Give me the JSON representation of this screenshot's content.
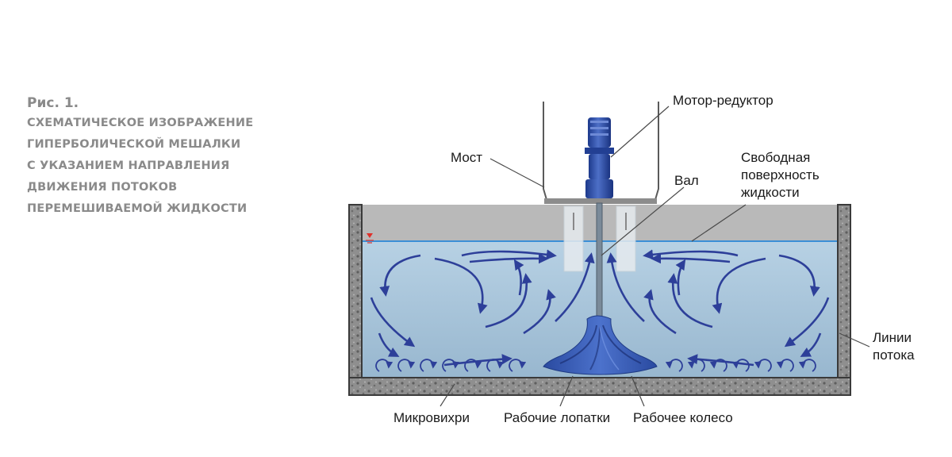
{
  "caption": {
    "figure_number": "Рис. 1.",
    "title": "Схематическое изображение\nгиперболической мешалки\nс указанием направления\nдвижения потоков\nперемешиваемой жидкости"
  },
  "labels": {
    "motor": "Мотор-редуктор",
    "bridge": "Мост",
    "shaft": "Вал",
    "free_surface_1": "Свободная",
    "free_surface_2": "поверхность",
    "free_surface_3": "жидкости",
    "flow_lines_1": "Линии",
    "flow_lines_2": "потока",
    "micro_vortices": "Микровихри",
    "blades": "Рабочие лопатки",
    "impeller": "Рабочее колесо"
  },
  "colors": {
    "caption_text": "#8a8a8a",
    "water": "#a9c6dc",
    "bridge_zone": "#b9b9b9",
    "surface_line": "#3b8fd6",
    "arrows": "#2d3f99",
    "impeller": "#2f52a8",
    "tank_wall": "#4a4a4a",
    "gravel": "#8d8d8d"
  }
}
